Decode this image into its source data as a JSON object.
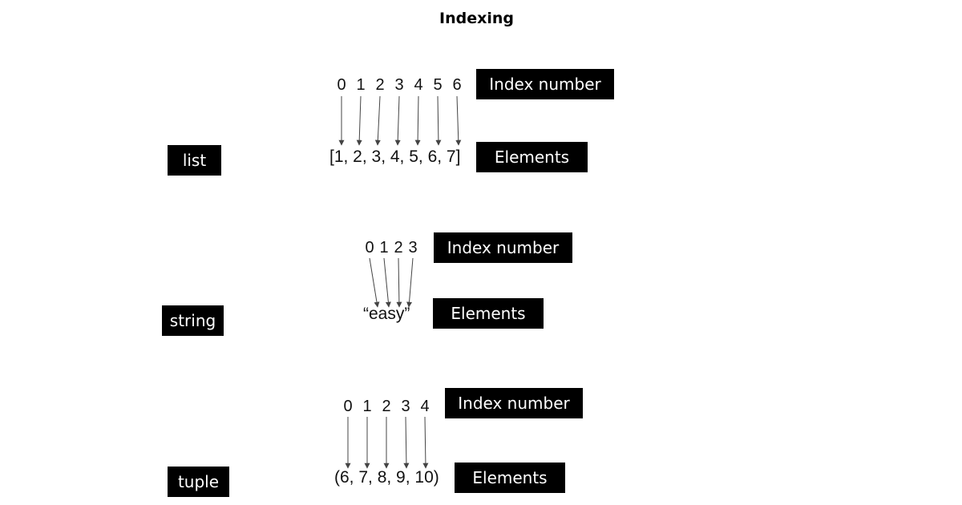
{
  "title": "Indexing",
  "colors": {
    "tag_bg": "#000000",
    "tag_text": "#ffffff",
    "arrow": "#444444",
    "text": "#111111"
  },
  "sections": [
    {
      "type_label": "list",
      "indices": [
        "0",
        "1",
        "2",
        "3",
        "4",
        "5",
        "6"
      ],
      "elements_text": "[1, 2, 3, 4, 5, 6, 7]",
      "index_tag": "Index number",
      "elements_tag": "Elements"
    },
    {
      "type_label": "string",
      "indices": [
        "0",
        "1",
        "2",
        "3"
      ],
      "elements_text": "“easy”",
      "index_tag": "Index number",
      "elements_tag": "Elements"
    },
    {
      "type_label": "tuple",
      "indices": [
        "0",
        "1",
        "2",
        "3",
        "4"
      ],
      "elements_text": "(6, 7, 8, 9, 10)",
      "index_tag": "Index number",
      "elements_tag": "Elements"
    }
  ]
}
